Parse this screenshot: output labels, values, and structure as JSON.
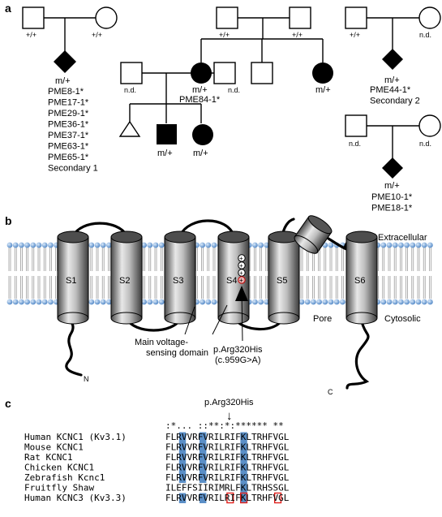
{
  "panels": {
    "a": "a",
    "b": "b",
    "c": "c"
  },
  "pedigree": {
    "fam1": {
      "father_geno": "+/+",
      "mother_geno": "+/+",
      "child_geno": "m/+",
      "ids": [
        "PME8-1*",
        "PME17-1*",
        "PME29-1*",
        "PME36-1*",
        "PME37-1*",
        "PME63-1*",
        "PME65-1*",
        "Secondary 1"
      ]
    },
    "fam2": {
      "gf_geno": "+/+",
      "gm_geno": "+/+",
      "spouse_geno": "n.d.",
      "proband_geno": "m/+",
      "proband_id": "PME84-1*",
      "sibling_geno": "n.d.",
      "aunt_geno": "m/+",
      "son_geno": "m/+",
      "daughter_geno": "m/+"
    },
    "fam3": {
      "father_geno": "+/+",
      "mother_geno": "n.d.",
      "child_geno": "m/+",
      "ids": [
        "PME44-1*",
        "Secondary 2"
      ]
    },
    "fam4": {
      "father_geno": "n.d.",
      "mother_geno": "n.d.",
      "child_geno": "m/+",
      "ids": [
        "PME10-1*",
        "PME18-1*"
      ]
    }
  },
  "channel": {
    "segments": [
      "S1",
      "S2",
      "S3",
      "S4",
      "S5",
      "S6"
    ],
    "n_term": "N",
    "c_term": "C",
    "extracellular": "Extracellular",
    "cytosolic": "Cytosolic",
    "pore": "Pore",
    "domain_label": [
      "Main voltage-",
      "sensing domain"
    ],
    "mutation_label": [
      "p.Arg320His",
      "(c.959G>A)"
    ],
    "charge_plus": "+"
  },
  "alignment": {
    "title": "p.Arg320His",
    "arrow": "↓",
    "conservation": ":*... ::**:*:******  **",
    "rows": [
      {
        "name": "Human KCNC1 (Kv3.1)",
        "seq": "FLRVVRFVRILRIFKLTRHFVGL"
      },
      {
        "name": "Mouse KCNC1",
        "seq": "FLRVVRFVRILRIFKLTRHFVGL"
      },
      {
        "name": "Rat KCNC1",
        "seq": "FLRVVRFVRILRIFKLTRHFVGL"
      },
      {
        "name": "Chicken KCNC1",
        "seq": "FLRVVRFVRILRIFKLTRHFVGL"
      },
      {
        "name": "Zebrafish Kcnc1",
        "seq": "FLRVVRFVRILRIFKLTRHFVGL"
      },
      {
        "name": "Fruitfly Shaw",
        "seq": "ILEFFSIIRIMRLFKLTRHSSGL"
      },
      {
        "name": "Human KCNC3 (Kv3.3)",
        "seq": "FLRVVRFVRILRIFKLTRHFVGL"
      }
    ],
    "highlight_color": "#5b8fc7",
    "box_color": "#e0201c"
  }
}
